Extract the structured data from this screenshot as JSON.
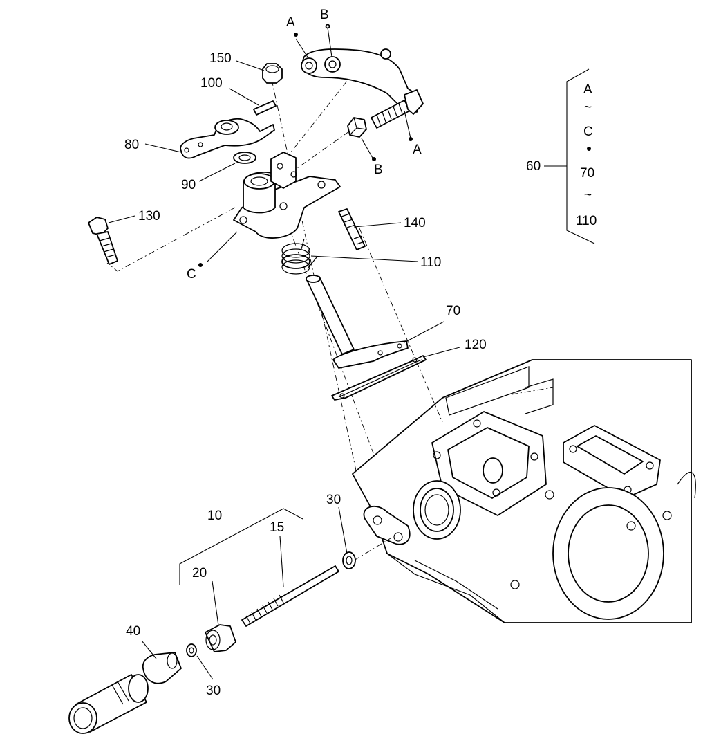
{
  "diagram": {
    "title": "",
    "parts": [
      {
        "id": "p150",
        "label": "150"
      },
      {
        "id": "p100",
        "label": "100"
      },
      {
        "id": "p80",
        "label": "80"
      },
      {
        "id": "p90",
        "label": "90"
      },
      {
        "id": "p130",
        "label": "130"
      },
      {
        "id": "p140",
        "label": "140"
      },
      {
        "id": "p110",
        "label": "110"
      },
      {
        "id": "p70",
        "label": "70"
      },
      {
        "id": "p120",
        "label": "120"
      },
      {
        "id": "p10",
        "label": "10"
      },
      {
        "id": "p15",
        "label": "15"
      },
      {
        "id": "p20",
        "label": "20"
      },
      {
        "id": "p30a",
        "label": "30"
      },
      {
        "id": "p30b",
        "label": "30"
      },
      {
        "id": "p40",
        "label": "40"
      },
      {
        "id": "p60",
        "label": "60"
      }
    ],
    "reference_points": {
      "a_top": "A",
      "b_top": "B",
      "a_right": "A",
      "b_right": "B",
      "c_left": "C"
    },
    "group_60": {
      "label": "60",
      "line1": "A",
      "tilde1": "~",
      "line2": "C",
      "line3": "70",
      "tilde2": "~",
      "line4": "110"
    }
  }
}
